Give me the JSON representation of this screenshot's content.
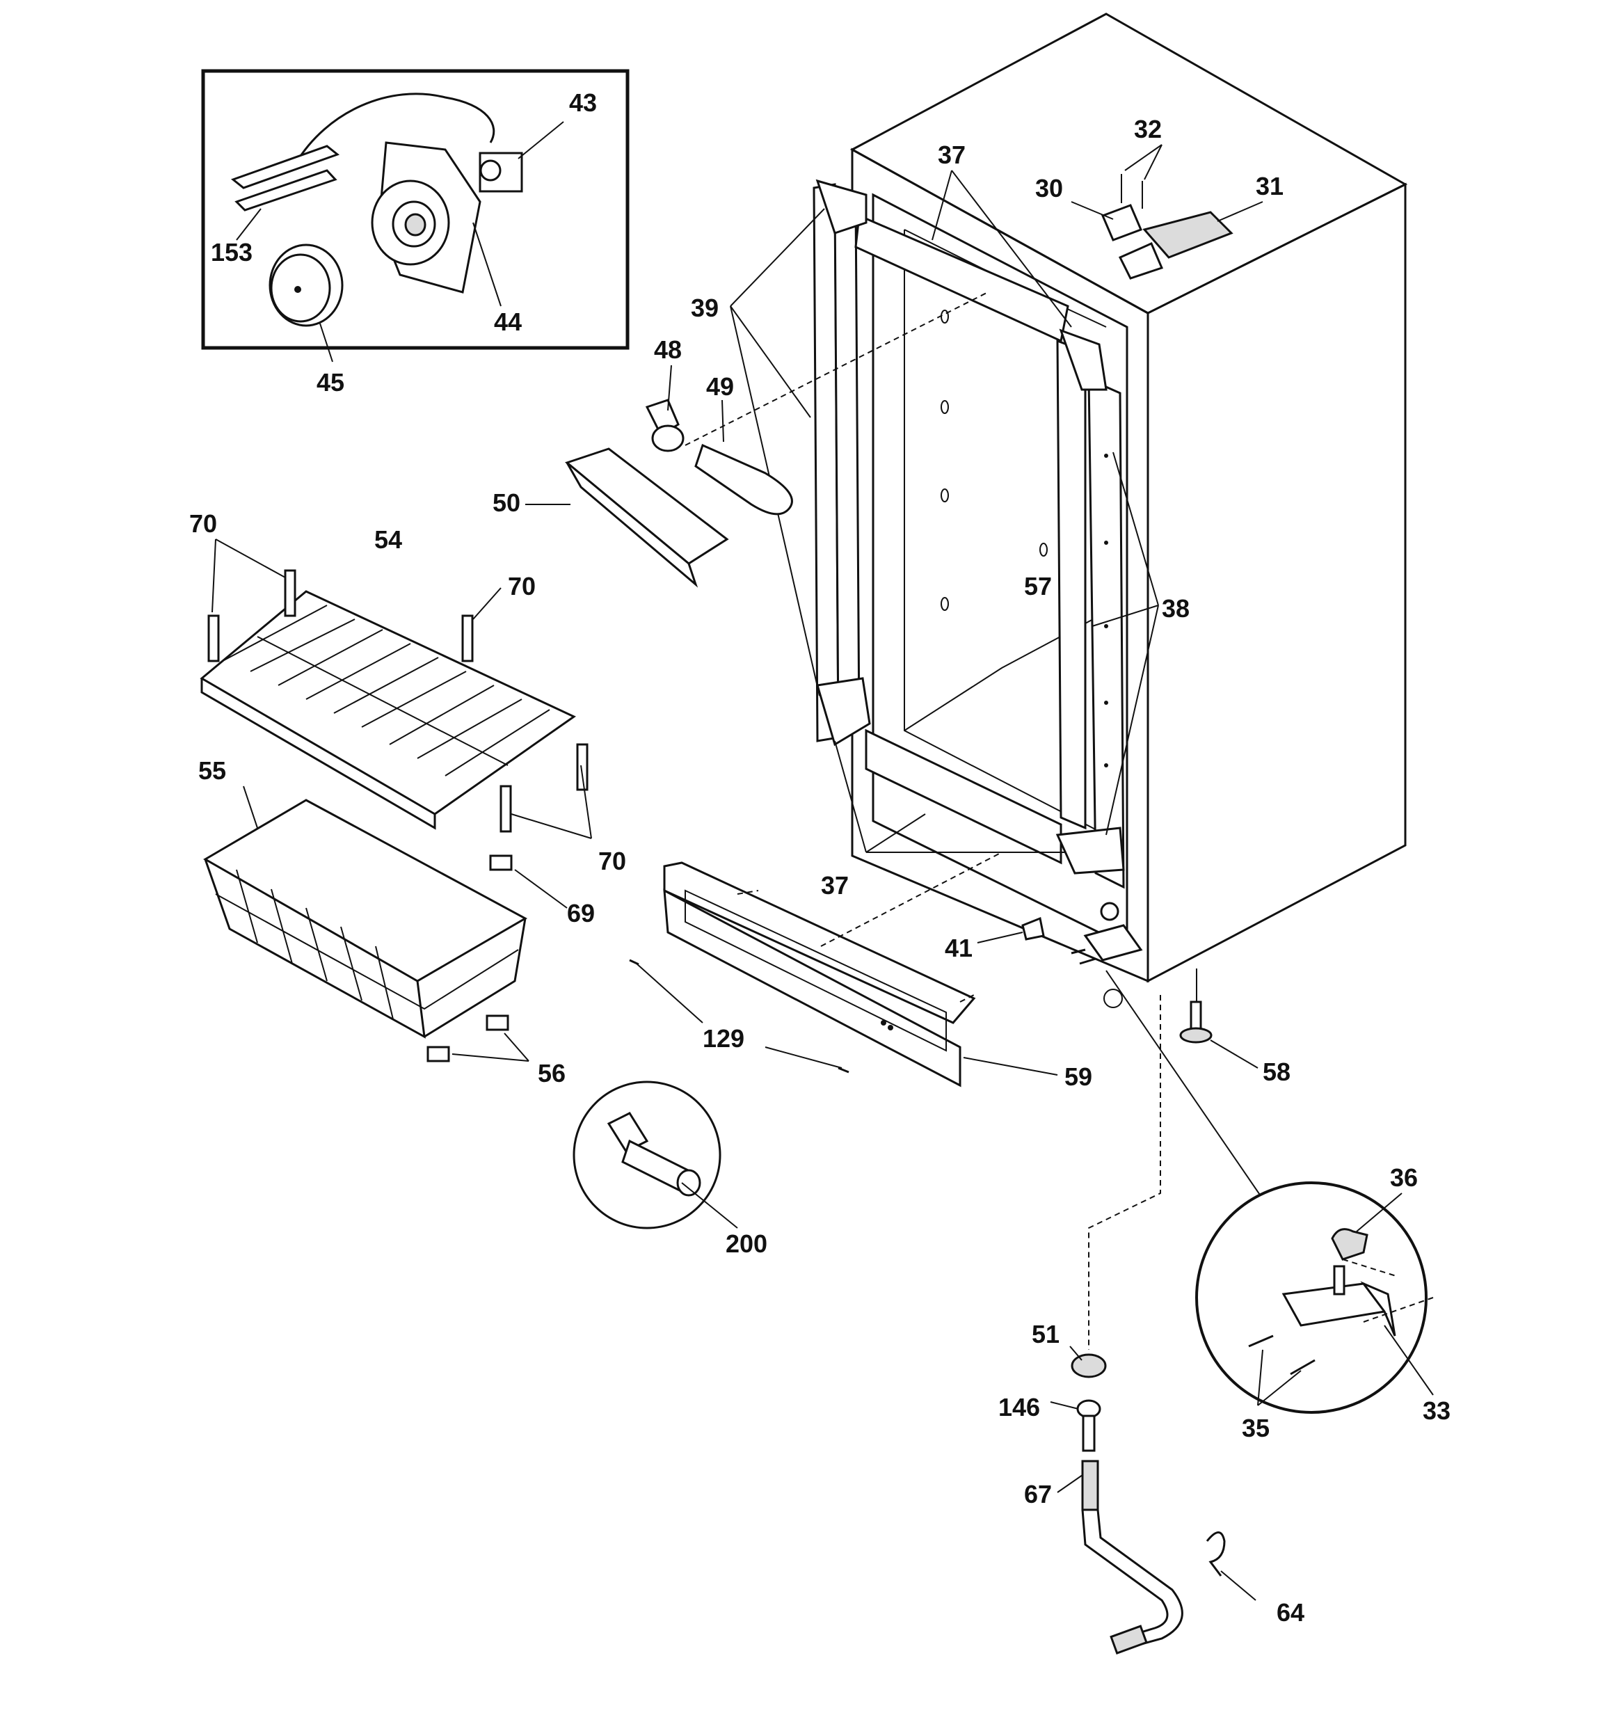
{
  "callouts": [
    {
      "id": "c43",
      "label": "43"
    },
    {
      "id": "c153",
      "label": "153"
    },
    {
      "id": "c44",
      "label": "44"
    },
    {
      "id": "c45",
      "label": "45"
    },
    {
      "id": "c37a",
      "label": "37"
    },
    {
      "id": "c32",
      "label": "32"
    },
    {
      "id": "c30",
      "label": "30"
    },
    {
      "id": "c31",
      "label": "31"
    },
    {
      "id": "c39",
      "label": "39"
    },
    {
      "id": "c48",
      "label": "48"
    },
    {
      "id": "c49",
      "label": "49"
    },
    {
      "id": "c50",
      "label": "50"
    },
    {
      "id": "c70a",
      "label": "70"
    },
    {
      "id": "c54",
      "label": "54"
    },
    {
      "id": "c70b",
      "label": "70"
    },
    {
      "id": "c57",
      "label": "57"
    },
    {
      "id": "c38",
      "label": "38"
    },
    {
      "id": "c55",
      "label": "55"
    },
    {
      "id": "c70c",
      "label": "70"
    },
    {
      "id": "c69",
      "label": "69"
    },
    {
      "id": "c37b",
      "label": "37"
    },
    {
      "id": "c41",
      "label": "41"
    },
    {
      "id": "c129",
      "label": "129"
    },
    {
      "id": "c59",
      "label": "59"
    },
    {
      "id": "c56",
      "label": "56"
    },
    {
      "id": "c58",
      "label": "58"
    },
    {
      "id": "c200",
      "label": "200"
    },
    {
      "id": "c36",
      "label": "36"
    },
    {
      "id": "c51",
      "label": "51"
    },
    {
      "id": "c146",
      "label": "146"
    },
    {
      "id": "c35",
      "label": "35"
    },
    {
      "id": "c33",
      "label": "33"
    },
    {
      "id": "c67",
      "label": "67"
    },
    {
      "id": "c64",
      "label": "64"
    }
  ]
}
